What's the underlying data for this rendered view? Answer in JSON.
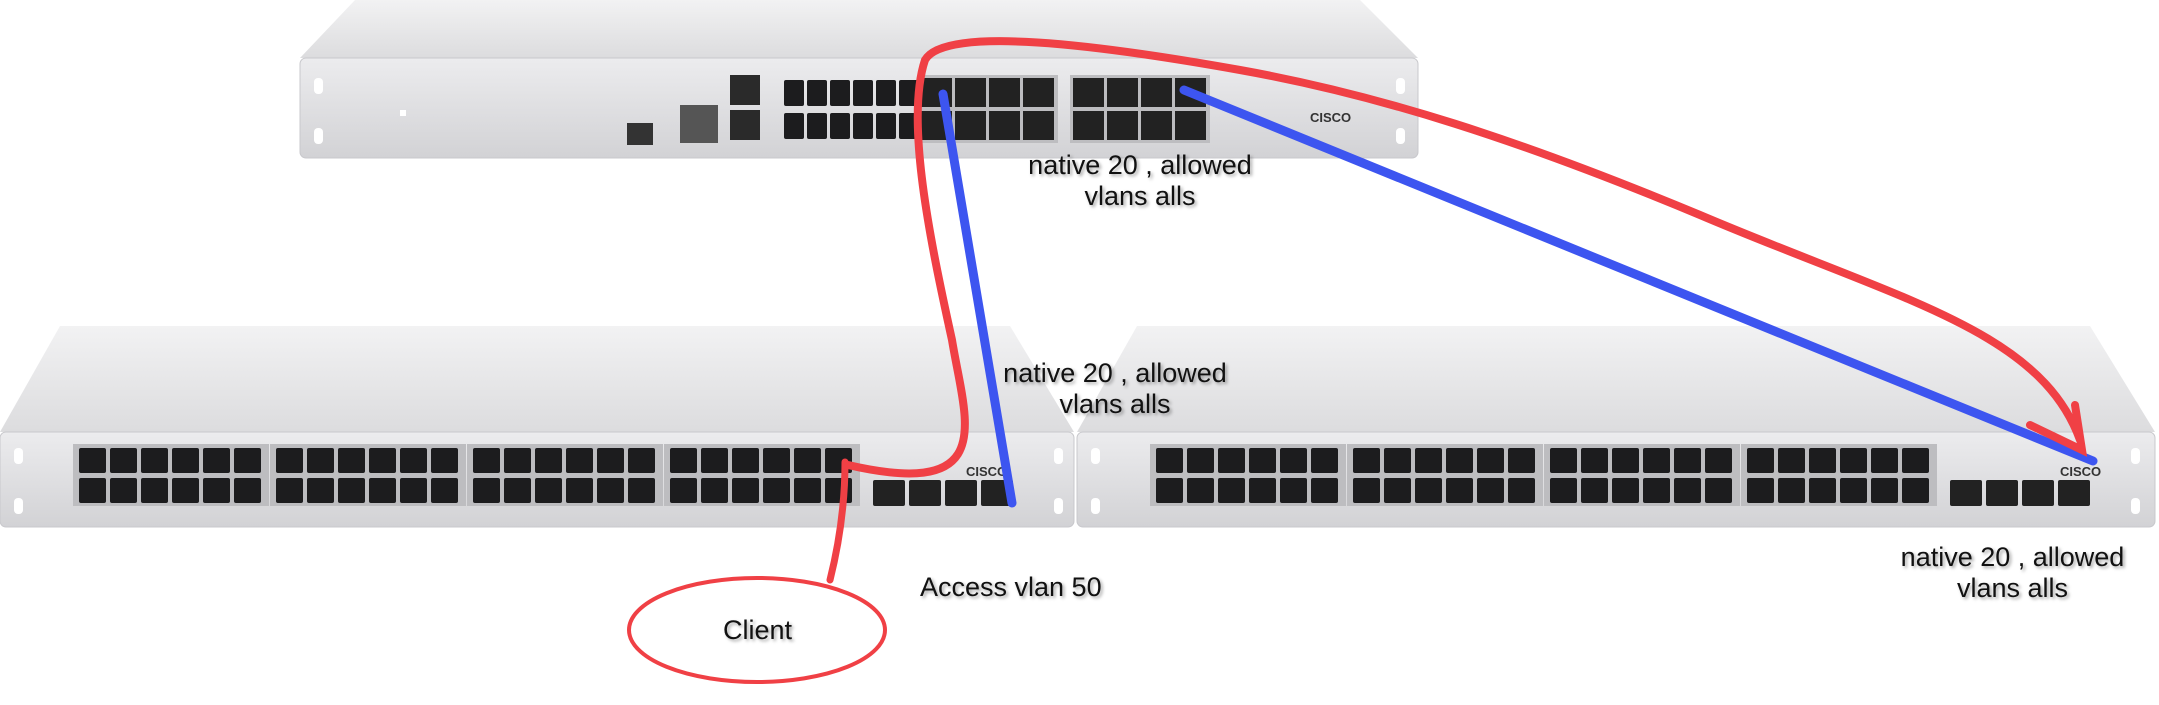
{
  "devices": [
    {
      "id": "core-switch",
      "brand": "CISCO",
      "port_type": "sfp"
    },
    {
      "id": "access-switch-left",
      "brand": "CISCO",
      "port_type": "rj45",
      "ports": 48
    },
    {
      "id": "access-switch-right",
      "brand": "CISCO",
      "port_type": "rj45",
      "ports": 48
    }
  ],
  "labels": {
    "trunk_core": {
      "line1": "native 20 , allowed",
      "line2": "vlans alls"
    },
    "trunk_left": {
      "line1": "native 20 , allowed",
      "line2": "vlans alls"
    },
    "trunk_right": {
      "line1": "native 20 , allowed",
      "line2": "vlans alls"
    },
    "access": "Access vlan 50",
    "client": "Client"
  },
  "colors": {
    "red_path": "#f04045",
    "blue_link": "#3d55f0",
    "switch_body": "#e4e4e6"
  }
}
